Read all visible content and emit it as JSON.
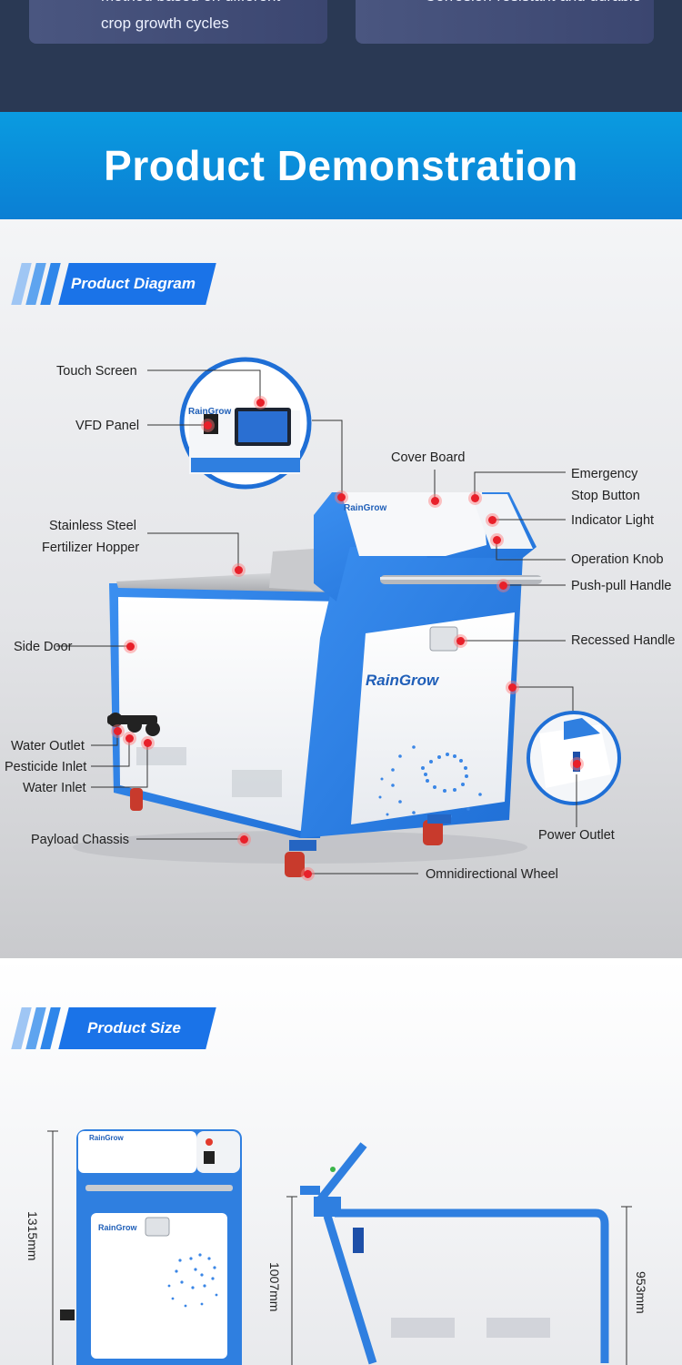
{
  "features": {
    "card1_line1": "method based on different",
    "card1_line2": "crop growth cycles",
    "card2_line1": "Corrosion-resistant and durable"
  },
  "banner": {
    "title": "Product Demonstration"
  },
  "diagram": {
    "section_label": "Product Diagram",
    "brand": "RainGrow",
    "callouts": {
      "touch_screen": "Touch Screen",
      "vfd_panel": "VFD Panel",
      "cover_board": "Cover Board",
      "emergency_1": "Emergency",
      "emergency_2": "Stop Button",
      "indicator_light": "Indicator Light",
      "operation_knob": "Operation Knob",
      "push_pull_handle": "Push-pull Handle",
      "hopper_1": "Stainless Steel",
      "hopper_2": "Fertilizer Hopper",
      "recessed_handle": "Recessed Handle",
      "side_door": "Side Door",
      "water_outlet": "Water Outlet",
      "pesticide_inlet": "Pesticide Inlet",
      "water_inlet": "Water Inlet",
      "power_outlet": "Power Outlet",
      "payload_chassis": "Payload Chassis",
      "omni_wheel": "Omnidirectional Wheel"
    }
  },
  "size": {
    "section_label": "Product Size",
    "brand": "RainGrow",
    "height_front": "1315mm",
    "height_side_left": "1007mm",
    "height_side_right": "953mm"
  },
  "colors": {
    "brand_blue": "#1a73e8",
    "machine_blue": "#2f7fe0",
    "dot_red": "#e8202a",
    "dark_band": "#2a3954"
  }
}
